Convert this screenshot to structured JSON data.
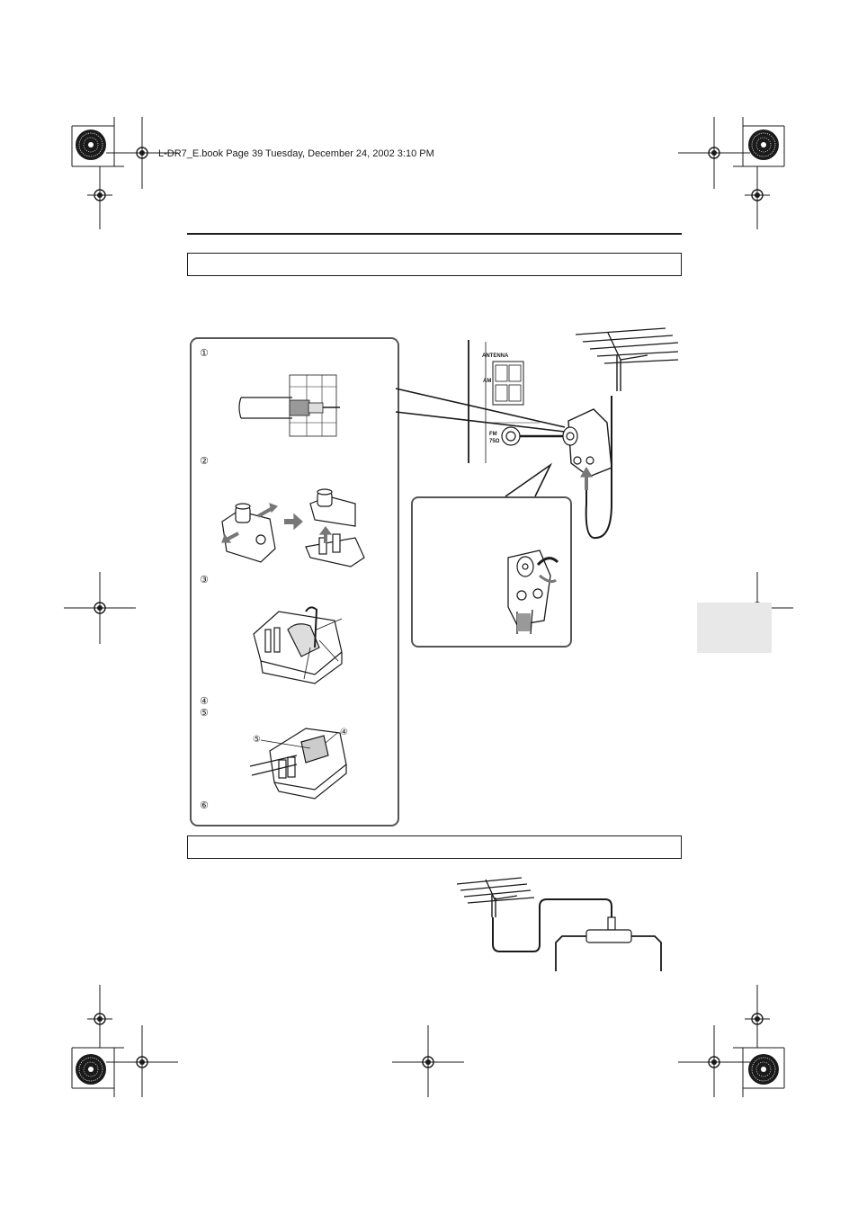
{
  "header": {
    "book_info": "L-DR7_E.book  Page 39  Tuesday, December 24, 2002  3:10 PM"
  },
  "steps": {
    "s1": "①",
    "s2": "②",
    "s3": "③",
    "s4": "④",
    "s5": "⑤",
    "s6": "⑥",
    "callout5": "⑤",
    "callout4": "④"
  },
  "panel_labels": {
    "antenna": "ANTENNA",
    "am": "AM",
    "fm": "FM",
    "fm_ohm": "75Ω"
  },
  "colors": {
    "ink": "#1a1a1a",
    "panel_border": "#555555",
    "arrow_gray": "#777777",
    "side_tab": "#e8e8e8"
  }
}
